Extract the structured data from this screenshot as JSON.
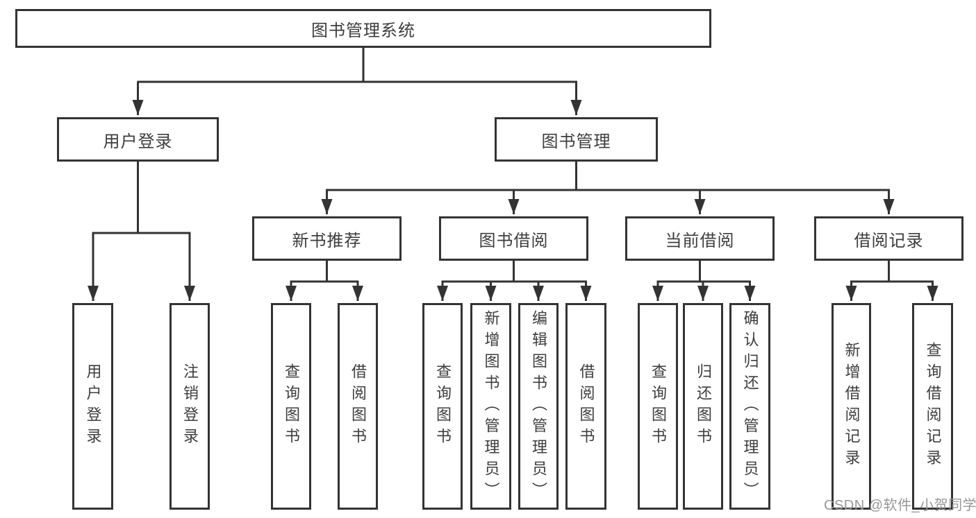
{
  "nodes": {
    "root": "图书管理系统",
    "user_login": "用户登录",
    "book_management": "图书管理",
    "login": "用户登录",
    "logout": "注销登录",
    "new_book_recommend": "新书推荐",
    "book_borrowing": "图书借阅",
    "current_borrowing": "当前借阅",
    "borrowing_records": "借阅记录",
    "recommend_query_books": "查询图书",
    "recommend_borrow_books": "借阅图书",
    "borrowing_query_books": "查询图书",
    "borrowing_add_books": "新增图书（管理员）",
    "borrowing_edit_books": "编辑图书（管理员）",
    "borrowing_borrow_books": "借阅图书",
    "current_query_books": "查询图书",
    "current_return_books": "归还图书",
    "current_confirm_return": "确认归还（管理员）",
    "records_add_record": "新增借阅记录",
    "records_query_record": "查询借阅记录"
  },
  "watermark": "CSDN @软件_小贺同学",
  "colors": {
    "line": "#333333",
    "text": "#3d3d3d",
    "background": "#ffffff",
    "watermark": "#979797"
  }
}
